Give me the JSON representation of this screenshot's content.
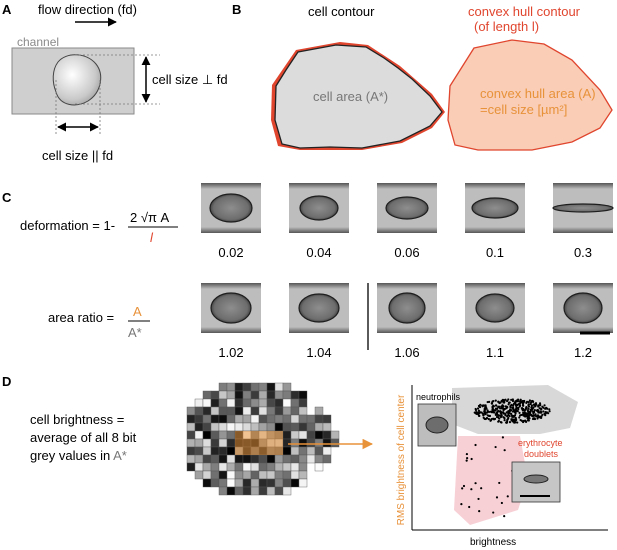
{
  "panel_a": {
    "letter": "A",
    "flow_direction": "flow direction (fd)",
    "channel": "channel",
    "size_perp": "cell size ⊥ fd",
    "size_par": "cell size || fd"
  },
  "panel_b": {
    "letter": "B",
    "contour_title": "cell contour",
    "hull_title_1": "convex hull contour",
    "hull_title_2": "(of length l)",
    "cell_area": "cell area (A*)",
    "hull_area_1": "convex hull area (A)",
    "hull_area_2": "=cell size [µm²]"
  },
  "panel_c": {
    "letter": "C",
    "deformation_label": "deformation = 1-",
    "deformation_numerator": "2 √π A",
    "deformation_denominator": "l",
    "deformation_values": [
      "0.02",
      "0.04",
      "0.06",
      "0.1",
      "0.3"
    ],
    "area_ratio_label": "area ratio =",
    "area_ratio_numerator": "A",
    "area_ratio_denominator": "A*",
    "area_ratio_values": [
      "1.02",
      "1.04",
      "1.06",
      "1.1",
      "1.2"
    ]
  },
  "panel_d": {
    "letter": "D",
    "brightness_line_1": "cell brightness =",
    "brightness_line_2": "average of all 8 bit",
    "brightness_line_3": "grey values in",
    "brightness_line_3_sym": "A*",
    "plot_ylabel": "RMS brightness of cell center",
    "plot_xlabel": "brightness",
    "label_neutrophils": "neutrophils",
    "label_erythro_1": "erythrocyte",
    "label_erythro_2": "doublets"
  },
  "colors": {
    "orange_red": "#e0452e",
    "salmon_fill": "#f9cdb6",
    "orange": "#e8923a",
    "pink": "#f7d0d6",
    "grey_fill": "#d8d8d8",
    "channel_grey": "#cfcfcf"
  }
}
